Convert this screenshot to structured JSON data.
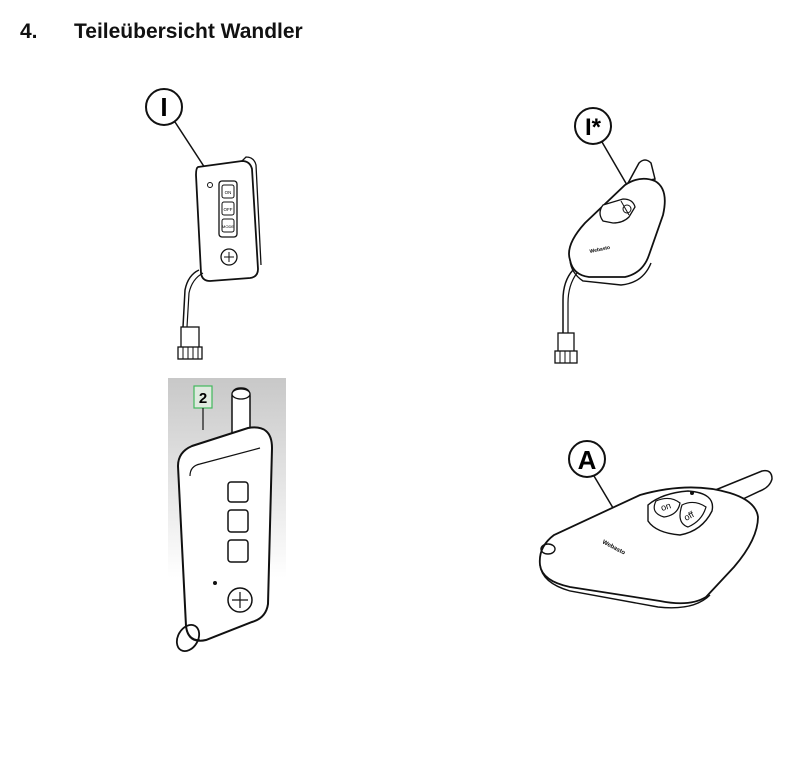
{
  "section": {
    "number": "4.",
    "title": "Teileübersicht Wandler"
  },
  "figures": {
    "fig1": {
      "callout": "I",
      "buttons": [
        "ON",
        "OFF",
        "MODE"
      ]
    },
    "fig2": {
      "callout": "I*",
      "brand": "Webasto"
    },
    "fig3": {
      "callout": "2"
    },
    "fig4": {
      "callout": "A",
      "buttons": [
        "on",
        "off"
      ],
      "brand": "Webasto"
    }
  }
}
